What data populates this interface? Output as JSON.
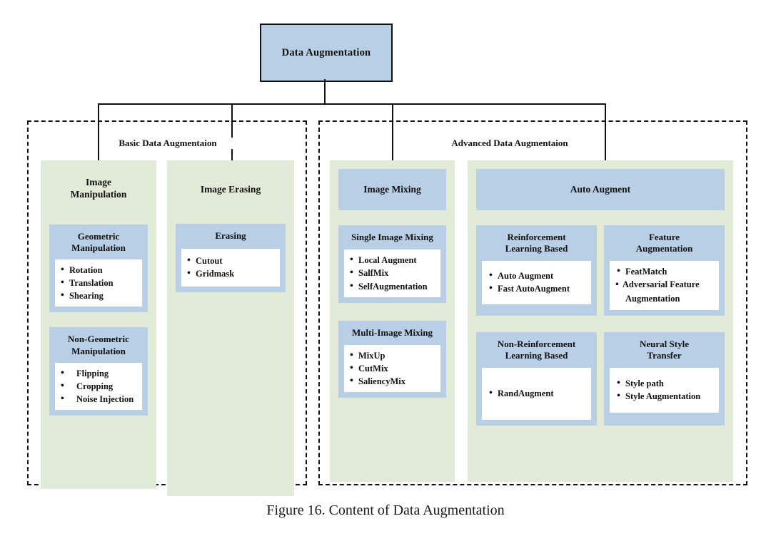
{
  "figure": {
    "caption": "Figure 16. Content of Data Augmentation",
    "root_label": "Data Augmentation"
  },
  "colors": {
    "node_blue": "#b8cfe5",
    "column_green": "#e2ead8",
    "list_white": "#ffffff",
    "border_black": "#111111"
  },
  "groups": [
    {
      "title": "Basic Data Augmentaion"
    },
    {
      "title": "Advanced Data Augmentaion"
    }
  ],
  "columns": {
    "image_manipulation": {
      "title": "Image\nManipulation",
      "title_line1": "Image",
      "title_line2": "Manipulation",
      "boxes": [
        {
          "header_line1": "Geometric",
          "header_line2": "Manipulation",
          "items": [
            "Rotation",
            "Translation",
            "Shearing"
          ]
        },
        {
          "header_line1": "Non-Geometric",
          "header_line2": "Manipulation",
          "items": [
            "Flipping",
            "Cropping",
            "Noise Injection"
          ]
        }
      ]
    },
    "image_erasing": {
      "title_line1": "Image Erasing",
      "title_line2": "",
      "boxes": [
        {
          "header_line1": "Erasing",
          "header_line2": "",
          "items": [
            "Cutout",
            "Gridmask"
          ]
        }
      ]
    },
    "image_mixing": {
      "header_label": "Image Mixing",
      "boxes": [
        {
          "header_line1": "Single Image Mixing",
          "header_line2": "",
          "items": [
            "Local Augment",
            "SalfMix",
            "SelfAugmentation"
          ]
        },
        {
          "header_line1": "Multi-Image Mixing",
          "header_line2": "",
          "items": [
            "MixUp",
            "CutMix",
            "SaliencyMix"
          ]
        }
      ]
    },
    "auto_augment": {
      "header_label": "Auto Augment",
      "boxes": [
        {
          "header_line1": "Reinforcement",
          "header_line2": "Learning Based",
          "items": [
            "Auto Augment",
            "Fast AutoAugment"
          ]
        },
        {
          "header_line1": "Feature",
          "header_line2": "Augmentation",
          "items": [
            "FeatMatch",
            "Adversarial Feature Augmentation"
          ]
        },
        {
          "header_line1": "Non-Reinforcement",
          "header_line2": "Learning Based",
          "items": [
            "RandAugment"
          ]
        },
        {
          "header_line1": "Neural Style",
          "header_line2": "Transfer",
          "items": [
            "Style path",
            "Style Augmentation"
          ]
        }
      ]
    }
  }
}
